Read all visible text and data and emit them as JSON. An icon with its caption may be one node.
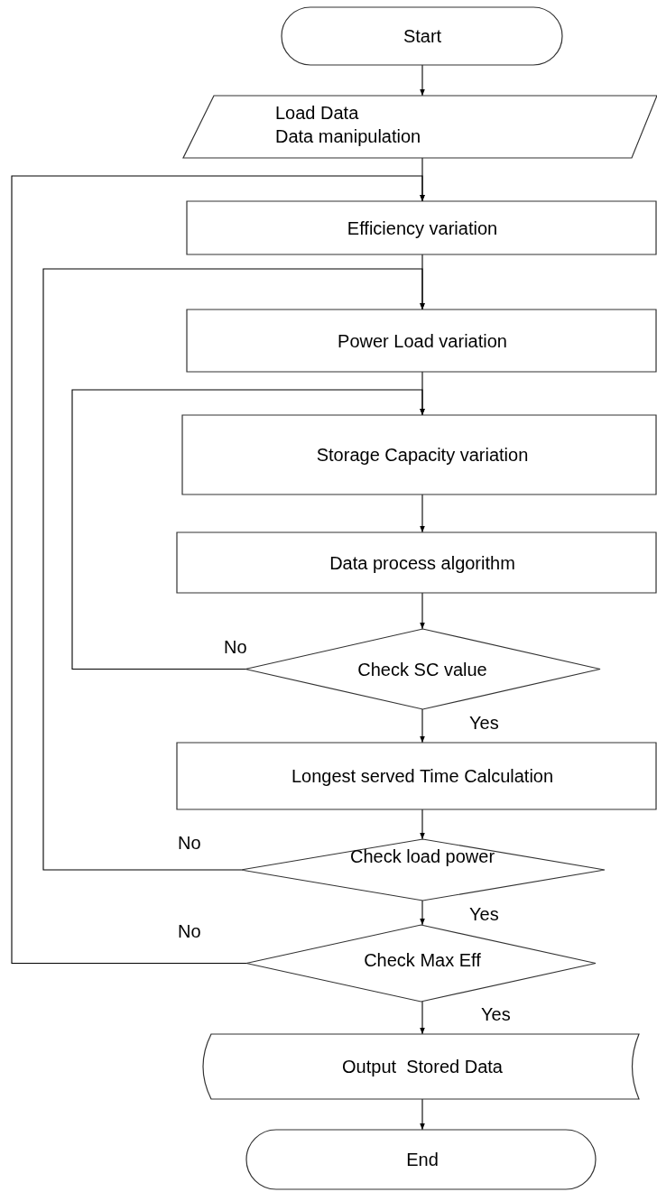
{
  "diagram": {
    "nodes": [
      {
        "text": [
          "Start"
        ]
      },
      {
        "text": [
          "Load Data",
          "Data manipulation"
        ]
      },
      {
        "text": [
          "Efficiency variation"
        ]
      },
      {
        "text": [
          "Power Load variation"
        ]
      },
      {
        "text": [
          "Storage Capacity variation"
        ]
      },
      {
        "text": [
          "Data process algorithm"
        ]
      },
      {
        "text": [
          "Check SC value"
        ]
      },
      {
        "text": [
          "Longest served Time Calculation"
        ]
      },
      {
        "text": [
          "Check load power"
        ]
      },
      {
        "text": [
          "Check Max Eff"
        ]
      },
      {
        "text": [
          "Output  Stored Data"
        ]
      },
      {
        "text": [
          "End"
        ]
      }
    ],
    "edges": [
      {
        "from": 0,
        "to": 1,
        "arrow": "to"
      },
      {
        "from": 1,
        "to": 2,
        "arrow": "to"
      },
      {
        "from": 2,
        "to": 3,
        "arrow": "to"
      },
      {
        "from": 3,
        "to": 4,
        "arrow": "to"
      },
      {
        "from": 4,
        "to": 5,
        "arrow": "to"
      },
      {
        "from": 5,
        "to": 6,
        "arrow": "to"
      },
      {
        "from": 6,
        "to": 7,
        "arrow": "to",
        "label": "Yes"
      },
      {
        "from": 7,
        "to": 8,
        "arrow": "to"
      },
      {
        "from": 8,
        "to": 9,
        "arrow": "to",
        "label": "Yes"
      },
      {
        "from": 9,
        "to": 10,
        "arrow": "to",
        "label": "Yes"
      },
      {
        "from": 10,
        "to": 11,
        "arrow": "to"
      },
      {
        "from": 6,
        "to": 4,
        "arrow": "to",
        "label": "No"
      },
      {
        "from": 8,
        "to": 3,
        "arrow": "to",
        "label": "No"
      },
      {
        "from": 9,
        "to": 2,
        "arrow": "to",
        "label": "No"
      }
    ]
  }
}
